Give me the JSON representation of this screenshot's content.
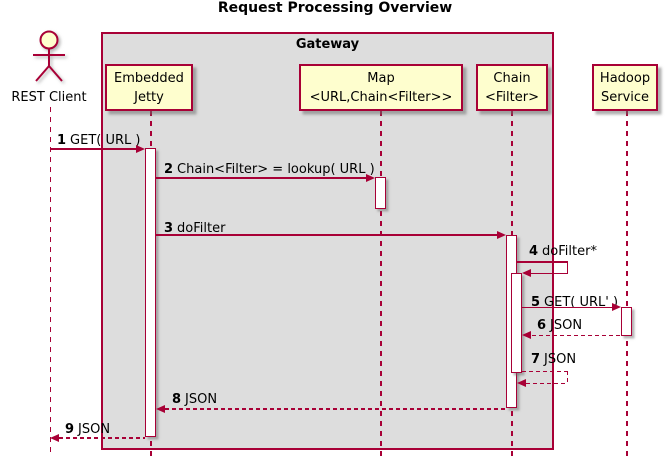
{
  "diagram": {
    "type": "sequence",
    "title": "Request Processing Overview"
  },
  "frame": {
    "label": "Gateway"
  },
  "actor": {
    "label": "REST Client"
  },
  "participants": [
    {
      "name": "Embedded Jetty",
      "line1": "Embedded",
      "line2": "Jetty"
    },
    {
      "name": "Map <URL,Chain<Filter>>",
      "line1": "Map",
      "line2": "<URL,Chain<Filter>>"
    },
    {
      "name": "Chain <Filter>",
      "line1": "Chain",
      "line2": "<Filter>"
    },
    {
      "name": "Hadoop Service",
      "line1": "Hadoop",
      "line2": "Service"
    }
  ],
  "messages": [
    {
      "num": "1",
      "text": "GET( URL )",
      "from": "REST Client",
      "to": "Embedded Jetty",
      "line": "solid"
    },
    {
      "num": "2",
      "text": "Chain<Filter> = lookup( URL )",
      "from": "Embedded Jetty",
      "to": "Map <URL,Chain<Filter>>",
      "line": "solid"
    },
    {
      "num": "3",
      "text": "doFilter",
      "from": "Embedded Jetty",
      "to": "Chain <Filter>",
      "line": "solid"
    },
    {
      "num": "4",
      "text": "doFilter*",
      "from": "Chain <Filter>",
      "to": "Chain <Filter>",
      "line": "solid",
      "self": true
    },
    {
      "num": "5",
      "text": "GET( URL' )",
      "from": "Chain <Filter>",
      "to": "Hadoop Service",
      "line": "solid"
    },
    {
      "num": "6",
      "text": "JSON",
      "from": "Hadoop Service",
      "to": "Chain <Filter>",
      "line": "dashed"
    },
    {
      "num": "7",
      "text": "JSON",
      "from": "Chain <Filter>",
      "to": "Chain <Filter>",
      "line": "dashed",
      "self": true
    },
    {
      "num": "8",
      "text": "JSON",
      "from": "Chain <Filter>",
      "to": "Embedded Jetty",
      "line": "dashed"
    },
    {
      "num": "9",
      "text": "JSON",
      "from": "Embedded Jetty",
      "to": "REST Client",
      "line": "dashed"
    }
  ],
  "colors": {
    "accent": "#A80036",
    "participant_fill": "#FEFECE",
    "frame_fill": "#DDDDDD",
    "activation_fill": "#FFFFFF",
    "background": "#FFFFFF",
    "text": "#000000"
  }
}
